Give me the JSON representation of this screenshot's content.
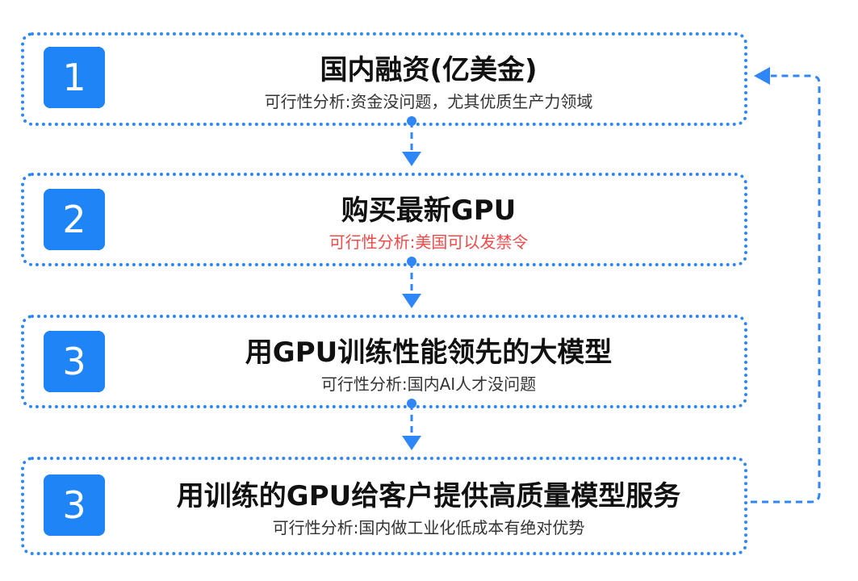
{
  "accent_color": "#1f84f5",
  "warning_color": "#f04a4a",
  "steps": [
    {
      "number": "1",
      "title": "国内融资(亿美金)",
      "subtitle": "可行性分析:资金没问题，尤其优质生产力领域",
      "subtitle_warning": false
    },
    {
      "number": "2",
      "title": "购买最新GPU",
      "subtitle": "可行性分析:美国可以发禁令",
      "subtitle_warning": true
    },
    {
      "number": "3",
      "title": "用GPU训练性能领先的大模型",
      "subtitle": "可行性分析:国内AI人才没问题",
      "subtitle_warning": false
    },
    {
      "number": "3",
      "title": "用训练的GPU给客户提供高质量模型服务",
      "subtitle": "可行性分析:国内做工业化低成本有绝对优势",
      "subtitle_warning": false
    }
  ]
}
